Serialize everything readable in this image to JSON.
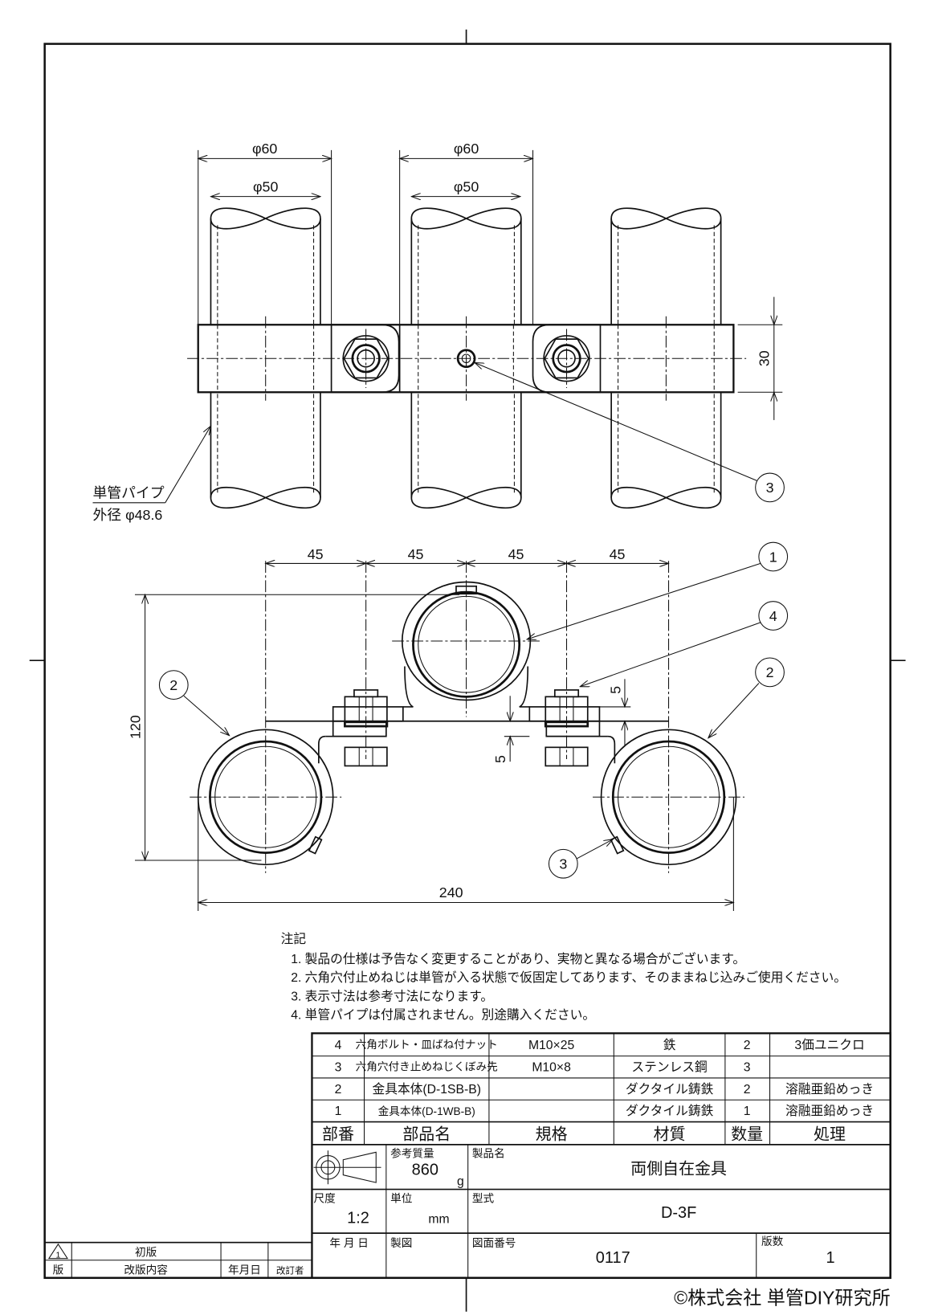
{
  "top_view": {
    "dim_outer_left": "φ60",
    "dim_inner_left": "φ50",
    "dim_outer_mid": "φ60",
    "dim_inner_mid": "φ50",
    "dim_width": "30",
    "pipe_label_line1": "単管パイプ",
    "pipe_label_line2": "外径 φ48.6",
    "balloon_setscrew": "3"
  },
  "front_view": {
    "pitch_dims": [
      "45",
      "45",
      "45",
      "45"
    ],
    "height_dim": "120",
    "width_dim": "240",
    "offset_dim_left": "5",
    "offset_dim_right": "5",
    "balloons": {
      "body_center": "1",
      "bolt": "4",
      "body_left": "2",
      "body_right": "2",
      "setscrew": "3"
    }
  },
  "notes": {
    "title": "注記",
    "items": [
      "1. 製品の仕様は予告なく変更することがあり、実物と異なる場合がございます。",
      "2. 六角穴付止めねじは単管が入る状態で仮固定してあります、そのままねじ込みご使用ください。",
      "3. 表示寸法は参考寸法になります。",
      "4. 単管パイプは付属されません。別途購入ください。"
    ]
  },
  "parts_table": {
    "headers": [
      "部番",
      "部品名",
      "規格",
      "材質",
      "数量",
      "処理"
    ],
    "rows": [
      [
        "4",
        "六角ボルト・皿ばね付ナット",
        "M10×25",
        "鉄",
        "2",
        "3価ユニクロ"
      ],
      [
        "3",
        "六角穴付き止めねじくぼみ先",
        "M10×8",
        "ステンレス鋼",
        "3",
        ""
      ],
      [
        "2",
        "金具本体(D-1SB-B)",
        "",
        "ダクタイル鋳鉄",
        "2",
        "溶融亜鉛めっき"
      ],
      [
        "1",
        "金具本体(D-1WB-B)",
        "",
        "ダクタイル鋳鉄",
        "1",
        "溶融亜鉛めっき"
      ]
    ]
  },
  "title_block": {
    "mass_label": "参考質量",
    "mass_value": "860",
    "mass_unit": "g",
    "product_name_label": "製品名",
    "product_name": "両側自在金具",
    "scale_label": "尺度",
    "scale_value": "1:2",
    "unit_label": "単位",
    "unit_value": "mm",
    "model_label": "型式",
    "model_value": "D-3F",
    "date_label": "年 月 日",
    "drawn_label": "製図",
    "drawing_no_label": "図面番号",
    "drawing_no": "0117",
    "edition_label": "版数",
    "edition_value": "1"
  },
  "revision_block": {
    "rev_mark": "1",
    "rev_content": "初版",
    "col_version": "版",
    "col_content": "改版内容",
    "col_date": "年月日",
    "col_reviser": "改訂者"
  },
  "copyright": "©株式会社 単管DIY研究所"
}
